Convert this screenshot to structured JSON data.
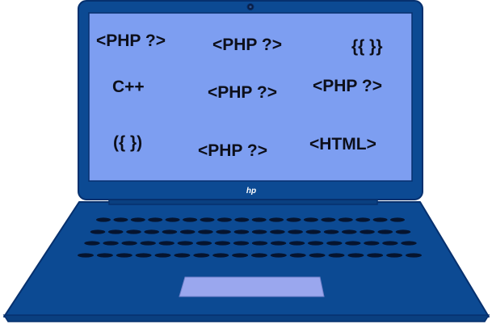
{
  "screen_texts": [
    "<PHP ?>",
    "<PHP ?>",
    "{{ }}",
    "C++",
    "<PHP ?>",
    "<PHP ?>",
    "({ })",
    "<PHP ?>",
    "<HTML>"
  ],
  "brand_mark": "hp",
  "colors": {
    "body": "#0c4a93",
    "screen": "#7d9ef1",
    "outline": "#06306e",
    "keys": "#06142e",
    "touchpad": "#9aa7ee"
  }
}
